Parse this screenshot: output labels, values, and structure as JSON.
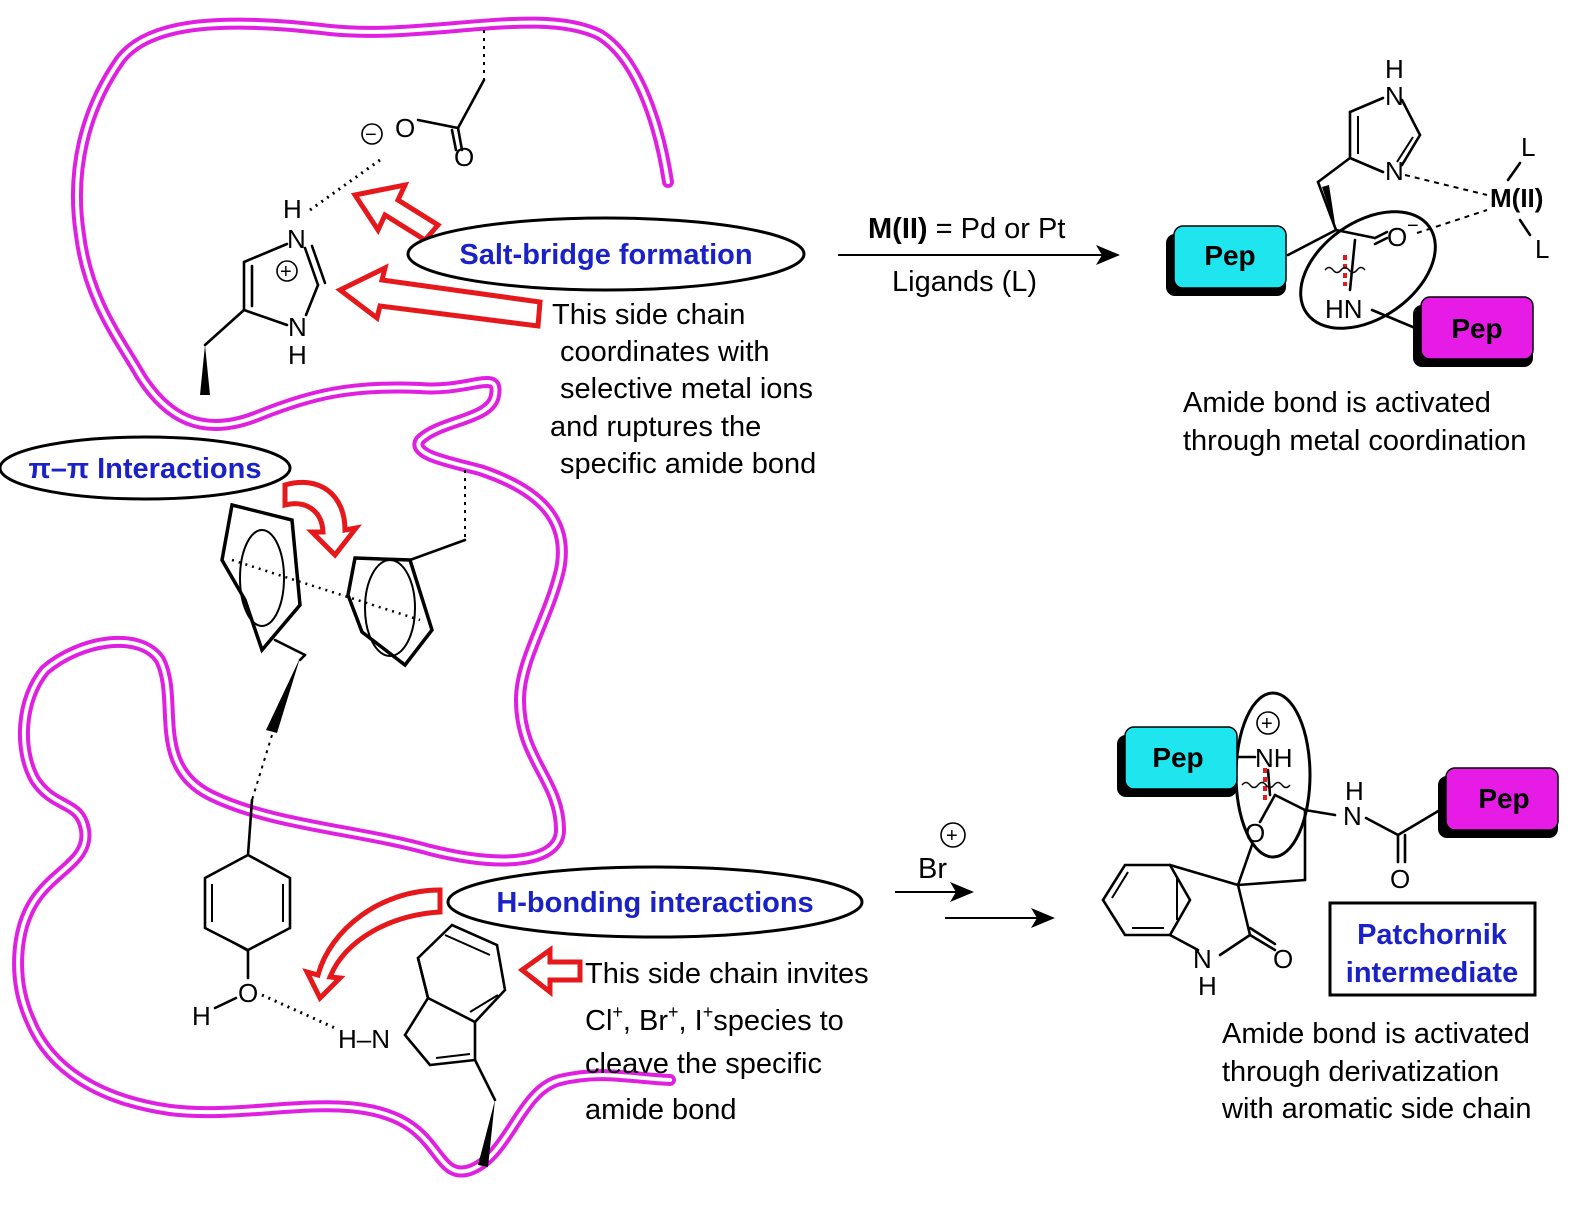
{
  "labels": {
    "salt_bridge": "Salt-bridge formation",
    "pi_pi": "π–π Interactions",
    "h_bonding": "H-bonding interactions",
    "patchornik": [
      "Patchornik",
      "intermediate"
    ]
  },
  "notes": {
    "his_chain": [
      "This side chain",
      "coordinates with",
      "selective metal ions",
      "and ruptures the",
      "specific amide bond"
    ],
    "trp_chain": [
      "This side chain invites",
      "species to",
      "cleave the specific",
      "amide bond"
    ],
    "trp_species": [
      "Cl",
      "+",
      ", Br",
      "+",
      ", I",
      "+"
    ],
    "metal_result": [
      "Amide bond is activated",
      "through metal coordination"
    ],
    "deriv_result": [
      "Amide bond is activated",
      "through derivatization",
      "with aromatic side chain"
    ]
  },
  "reaction_top": {
    "reagent_bold": "M(II)",
    "reagent_rest": " = Pd or Pt",
    "ligands": "Ligands (L)"
  },
  "reaction_bottom": {
    "reagent": "Br",
    "charge": "+"
  },
  "atoms": {
    "H": "H",
    "N": "N",
    "O": "O",
    "HN": "HN",
    "NH": "NH",
    "H_N": "H–N",
    "L": "L",
    "M": "M(II)",
    "plus": "+",
    "minus": "−"
  },
  "pep": "Pep",
  "colors": {
    "chain": "#e020e0",
    "arrow": "#e5191c",
    "label_blue": "#1a21c7",
    "pep_cyan": "#1fe6ee",
    "pep_magenta": "#e61ce6",
    "cleave_red": "#e5191c"
  }
}
